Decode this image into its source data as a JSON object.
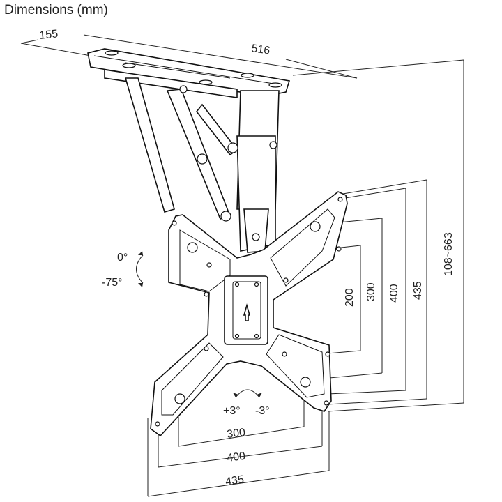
{
  "title": "Dimensions (mm)",
  "dimensions": {
    "ceiling_depth": "155",
    "ceiling_width": "516",
    "height_range": "108~663",
    "vesa_v_200": "200",
    "vesa_v_300": "300",
    "vesa_v_400": "400",
    "vesa_v_435": "435",
    "vesa_h_300": "300",
    "vesa_h_400": "400",
    "vesa_h_435": "435"
  },
  "rotation": {
    "tilt_top": "0°",
    "tilt_bottom": "-75°",
    "swivel_plus": "+3°",
    "swivel_minus": "-3°"
  }
}
